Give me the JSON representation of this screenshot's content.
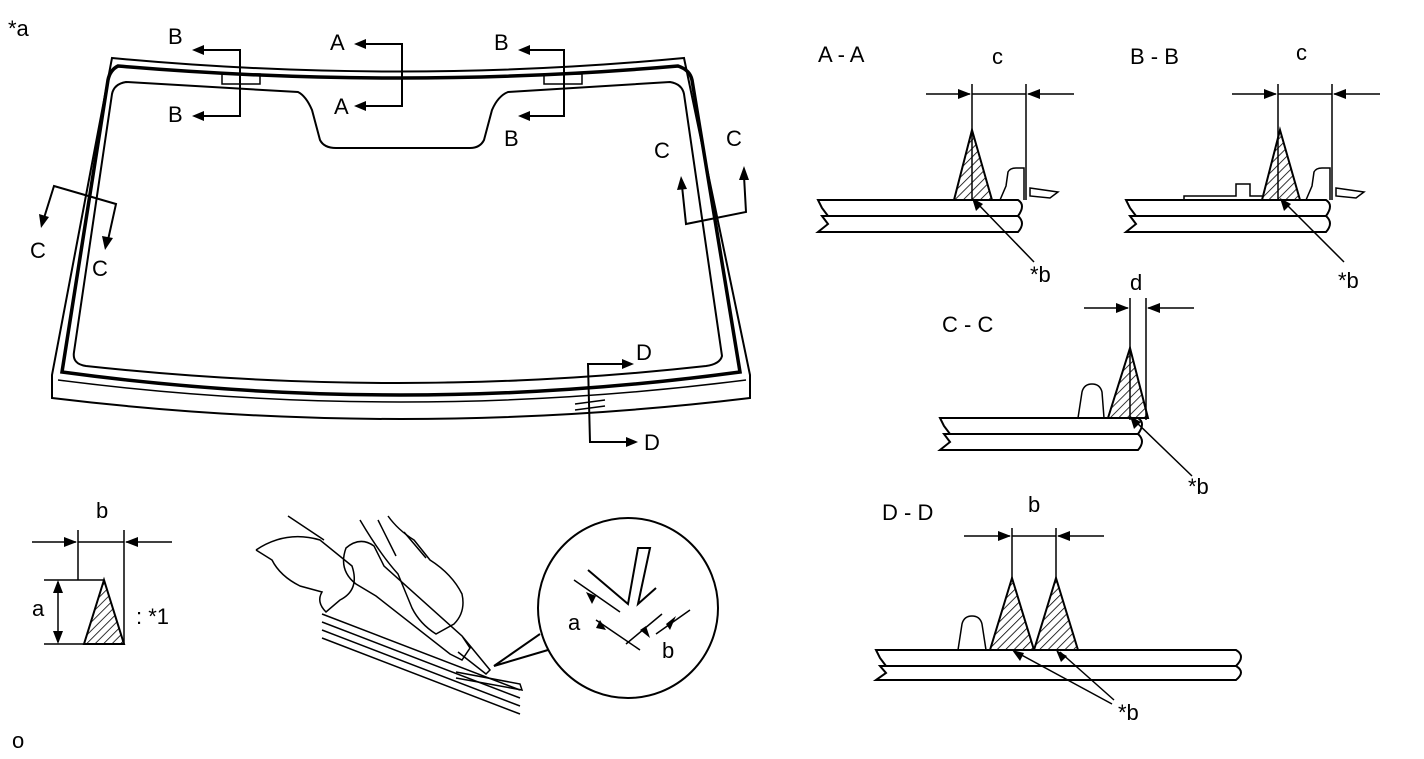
{
  "figure_label": "*a",
  "corner_mark": "o",
  "windshield": {
    "section_marks": {
      "a_top": "A",
      "a_bottom": "A",
      "b_left_top": "B",
      "b_left_bottom": "B",
      "b_right_top": "B",
      "b_right_bottom": "B",
      "c_left_1": "C",
      "c_left_2": "C",
      "c_right_1": "C",
      "c_right_2": "C",
      "d_top": "D",
      "d_bottom": "D"
    }
  },
  "sections": {
    "aa": {
      "title": "A - A",
      "dim": "c",
      "callout": "*b"
    },
    "bb": {
      "title": "B - B",
      "dim": "c",
      "callout": "*b"
    },
    "cc": {
      "title": "C - C",
      "dim": "d",
      "callout": "*b"
    },
    "dd": {
      "title": "D - D",
      "dim": "b",
      "callout": "*b"
    }
  },
  "bead_profile": {
    "dim_width": "b",
    "dim_height": "a",
    "label": ": *1"
  },
  "application_detail": {
    "dim_a": "a",
    "dim_b": "b"
  }
}
